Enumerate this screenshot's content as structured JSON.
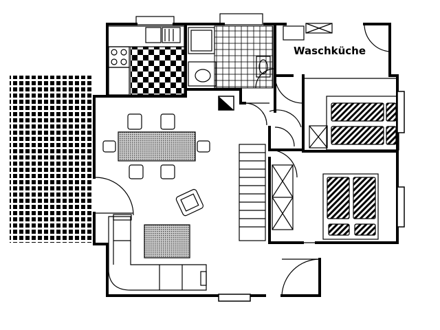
{
  "rooms": {
    "laundry_label": "Waschküche"
  },
  "colors": {
    "walls": "#000000",
    "background": "#ffffff",
    "hatch": "#000000",
    "tiles": "#000000"
  },
  "icons": {
    "terrace": "square-grid-pattern",
    "kitchen_floor": "checkerboard-pattern",
    "bath_floor": "tile-grid-pattern",
    "beds": "diagonal-hatch-pattern"
  }
}
